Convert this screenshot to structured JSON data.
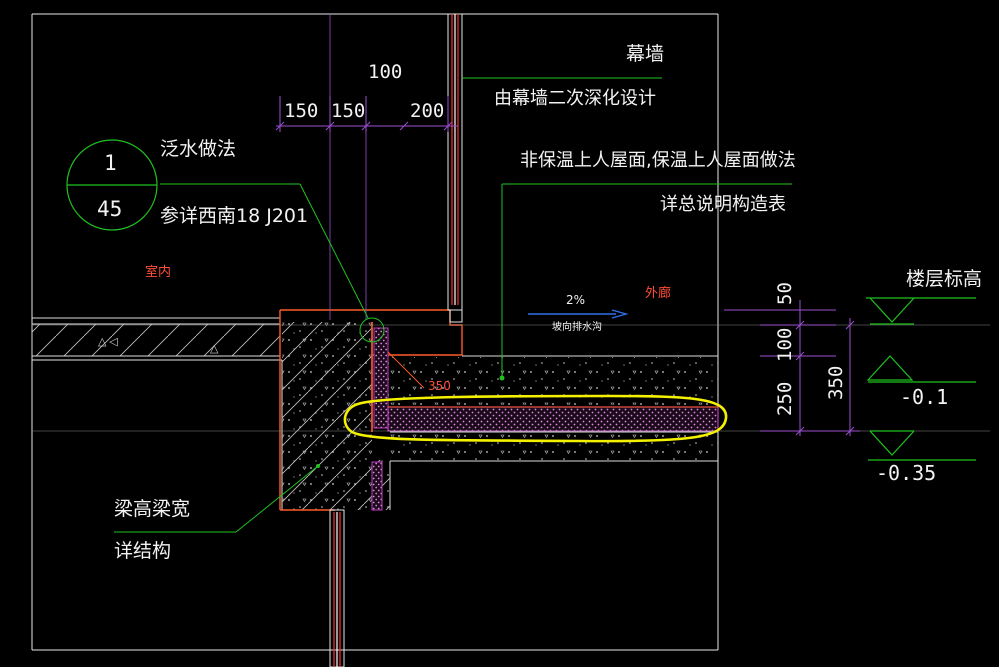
{
  "drawing": {
    "curtain_wall": "幕墙",
    "curtain_wall_note": "由幕墙二次深化设计",
    "roof_note_line1": "非保温上人屋面,保温上人屋面做法",
    "roof_note_line2": "详总说明构造表",
    "flashing_label": "泛水做法",
    "flashing_ref": "参详西南18 J201",
    "detail_number": "1",
    "detail_sheet": "45",
    "indoor": "室内",
    "outdoor_corridor": "外廊",
    "slope": "2%",
    "slope_note": "坡向排水沟",
    "beam_note_line1": "梁高梁宽",
    "beam_note_line2": "详结构",
    "floor_level": "楼层标高",
    "level_1": "-0.1",
    "level_2": "-0.35",
    "dim_100_top": "100",
    "dim_150_a": "150",
    "dim_150_b": "150",
    "dim_200": "200",
    "dim_50": "50",
    "dim_100_right": "100",
    "dim_250": "250",
    "dim_350_right": "350",
    "dim_350_small": "350"
  },
  "colors": {
    "frame": "#e8e8e8",
    "leader": "#1fc21f",
    "dimension": "#9b4fd1",
    "wall_outline": "#ff5a28",
    "insulation": "#c23cc2",
    "highlight": "#f3f000",
    "concrete": "#d8d8d8",
    "curtain_mullion": "#ff3030"
  }
}
